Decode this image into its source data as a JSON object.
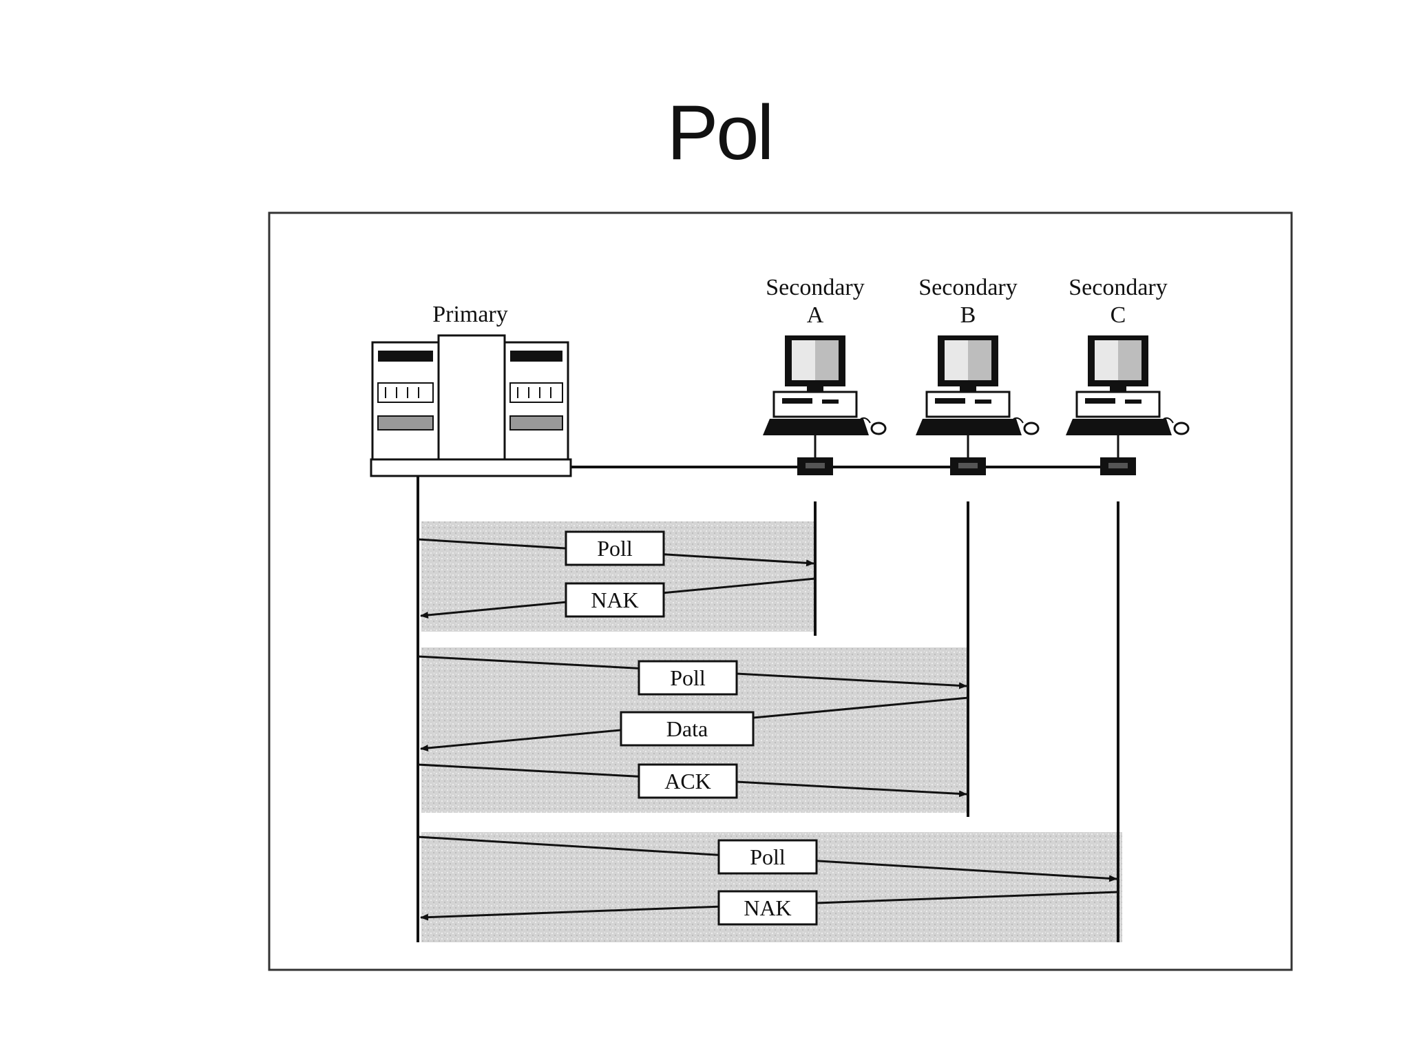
{
  "slide": {
    "title": "Pol"
  },
  "diagram": {
    "primary_label": "Primary",
    "secondaries": [
      {
        "line1": "Secondary",
        "line2": "A"
      },
      {
        "line1": "Secondary",
        "line2": "B"
      },
      {
        "line1": "Secondary",
        "line2": "C"
      }
    ],
    "groups": [
      {
        "messages": [
          "Poll",
          "NAK"
        ]
      },
      {
        "messages": [
          "Poll",
          "Data",
          "ACK"
        ]
      },
      {
        "messages": [
          "Poll",
          "NAK"
        ]
      }
    ]
  },
  "colors": {
    "shade": "#d6d6d6",
    "ink": "#111111",
    "frame": "#333333"
  }
}
